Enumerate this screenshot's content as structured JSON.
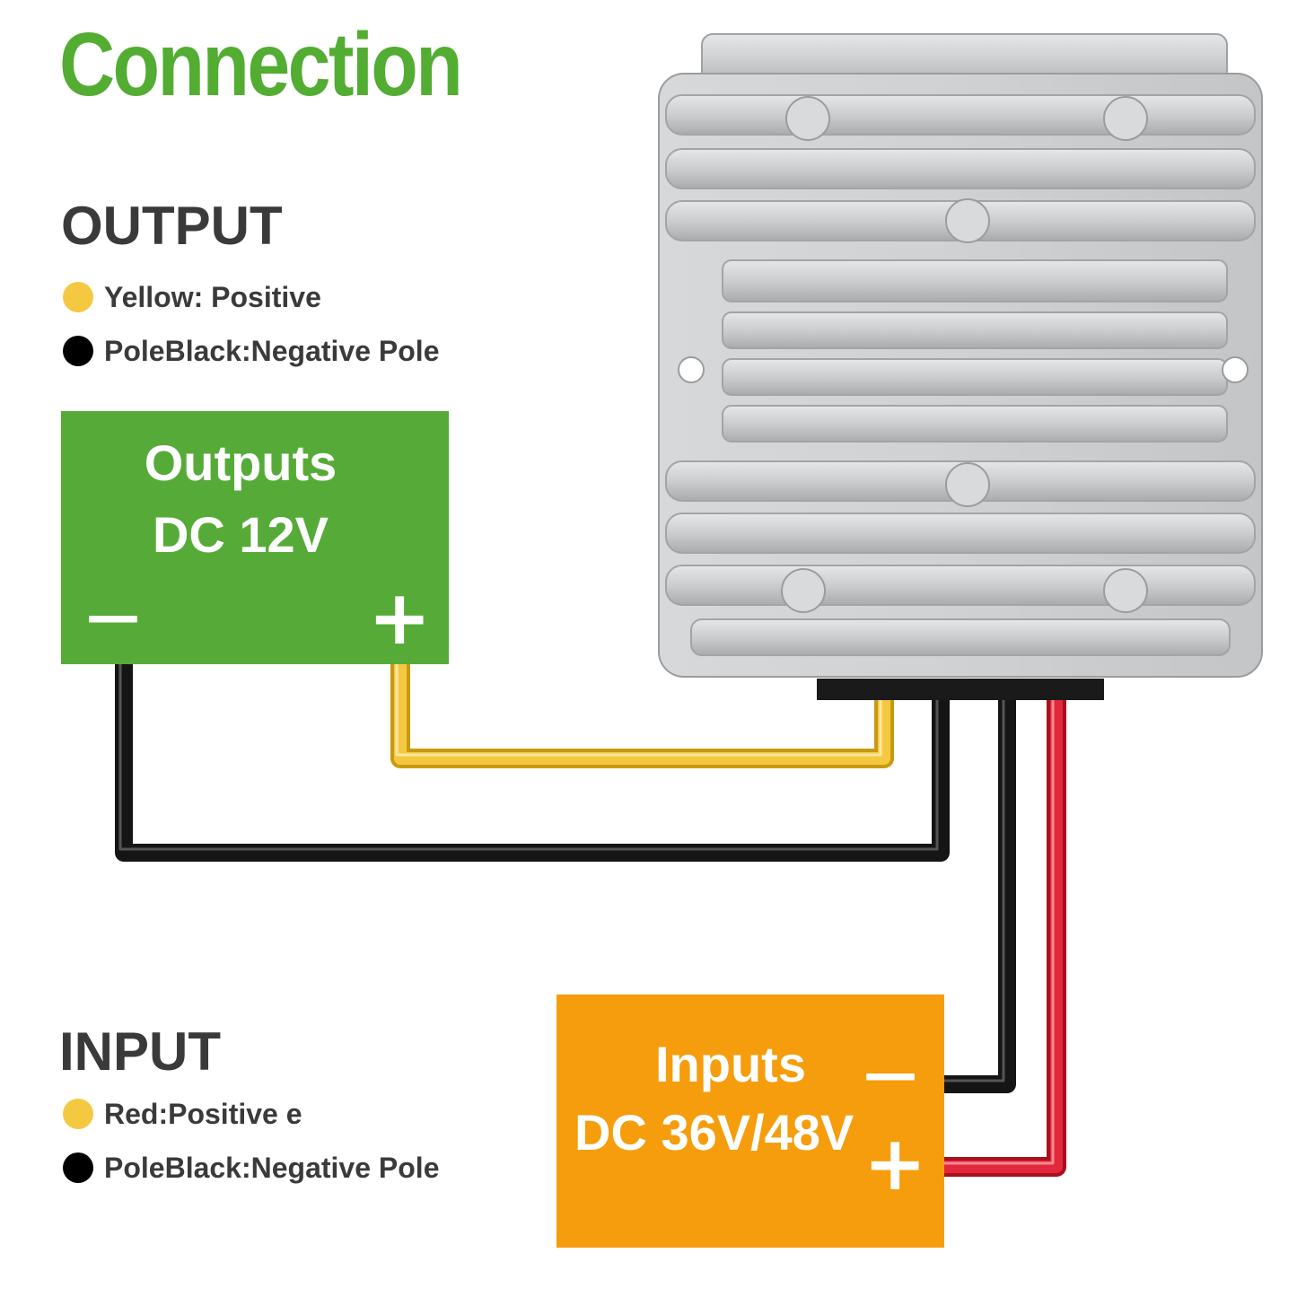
{
  "title": "Connection",
  "output": {
    "heading": "OUTPUT",
    "legend": [
      {
        "text": "Yellow: Positive",
        "color": "#f5c842"
      },
      {
        "text": "PoleBlack:Negative Pole",
        "color": "#000000"
      }
    ]
  },
  "input": {
    "heading": "INPUT",
    "legend": [
      {
        "text": "Red:Positive e",
        "color": "#f5c842"
      },
      {
        "text": "PoleBlack:Negative Pole",
        "color": "#000000"
      }
    ]
  },
  "output_box": {
    "line1": "Outputs",
    "line2": "DC 12V",
    "minus": "—",
    "plus": "+",
    "color": "#56ab38"
  },
  "input_box": {
    "line1": "Inputs",
    "line2": "DC 36V/48V",
    "minus": "—",
    "plus": "+",
    "color": "#f59d0c"
  },
  "wire_colors": {
    "yellow": "#f5c842",
    "black": "#151515",
    "red": "#e2283c"
  },
  "device_color": "#c9cbcd"
}
